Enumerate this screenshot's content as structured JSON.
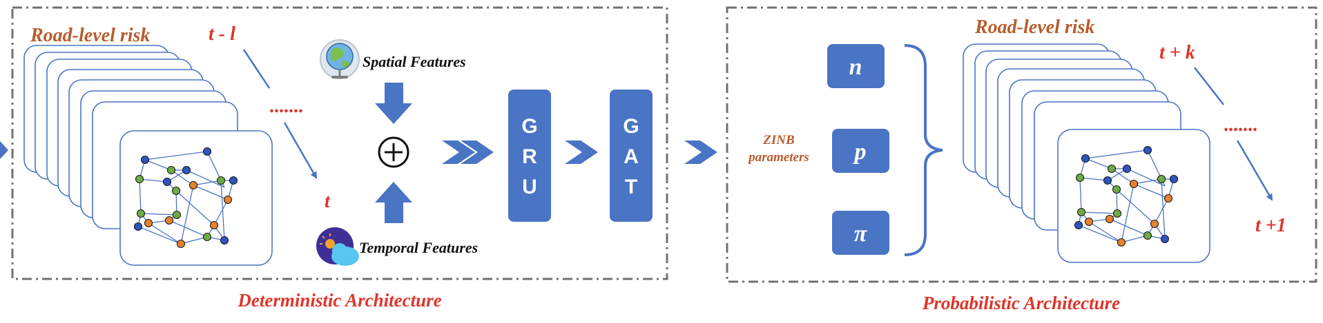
{
  "colors": {
    "block_blue": "#4a74c4",
    "frame_gray": "#707070",
    "risk_label": "#b85c2d",
    "red_label": "#e0342a",
    "node_blue": "#2f55c0",
    "node_green": "#6fab46",
    "node_orange": "#e8822e",
    "edge": "#4a74c4"
  },
  "deterministic": {
    "risk_label": "Road-level risk",
    "time_start": "t - l",
    "ellipsis": ".......",
    "time_end": "t",
    "spatial_icon": "globe-icon",
    "spatial_label": "Spatial Features",
    "fusion_symbol": "⊕",
    "temporal_icon": "weather-icon",
    "temporal_label": "Temporal Features",
    "gru_label": [
      "G",
      "R",
      "U"
    ],
    "gat_label": [
      "G",
      "A",
      "T"
    ],
    "caption": "Deterministic Architecture"
  },
  "probabilistic": {
    "risk_label": "Road-level risk",
    "zinb_label": [
      "ZINB",
      "parameters"
    ],
    "params": [
      "n",
      "p",
      "π"
    ],
    "time_start": "t + k",
    "ellipsis": ".......",
    "time_end": "t +1",
    "caption": "Probabilistic Architecture"
  }
}
